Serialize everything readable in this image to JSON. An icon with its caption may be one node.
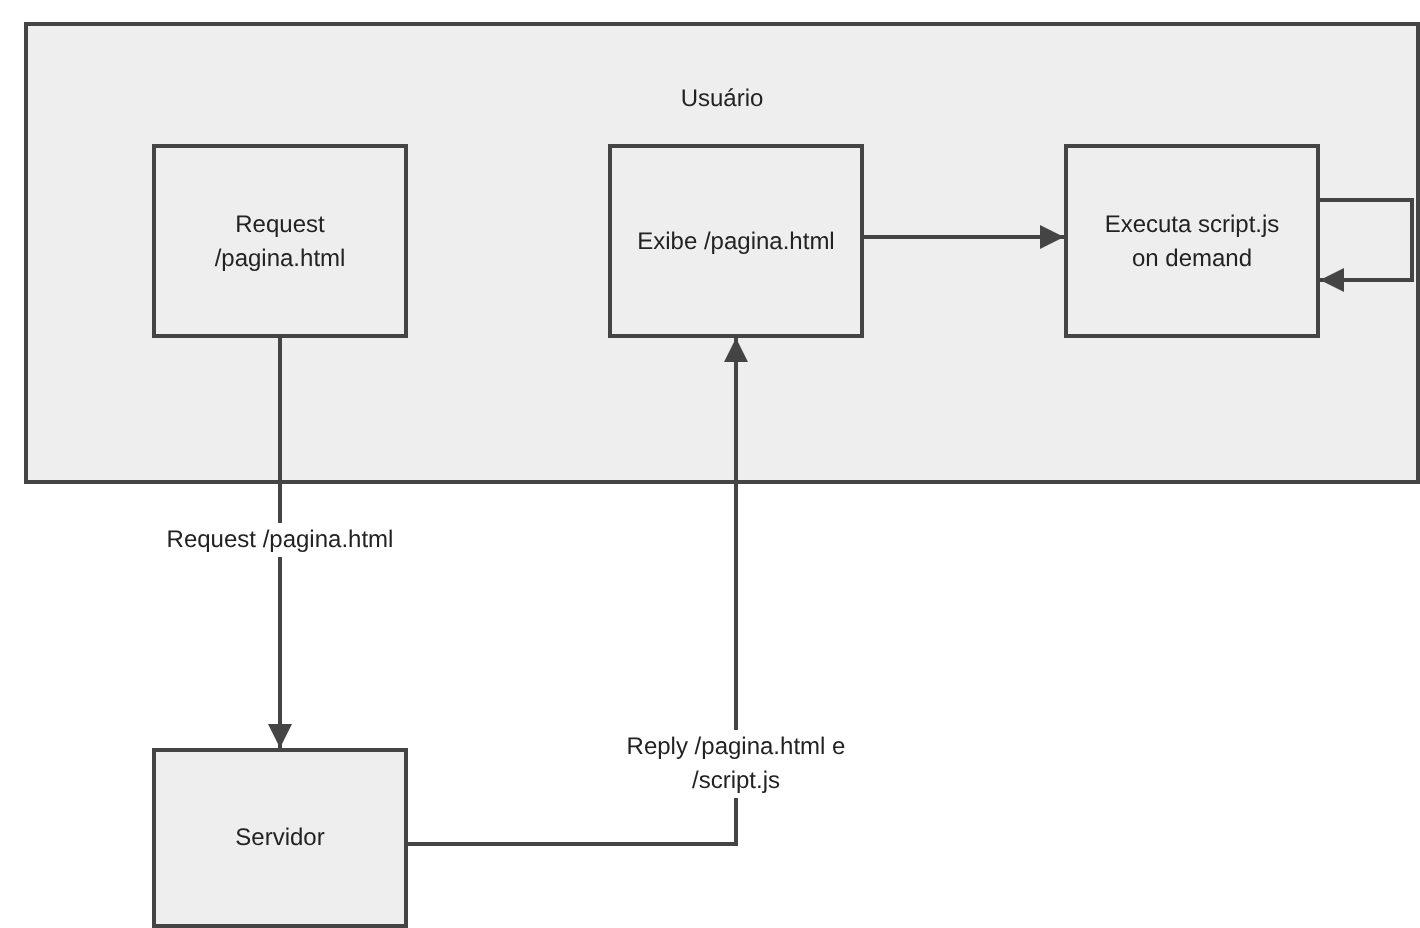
{
  "diagram": {
    "nodes": [
      {
        "text": [
          "Usuário"
        ]
      },
      {
        "text": [
          "Request /pagina.html"
        ],
        "in": 0
      },
      {
        "text": [
          "Exibe /pagina.html"
        ],
        "in": 0
      },
      {
        "text": [
          "Executa script.js on demand"
        ],
        "in": 0
      },
      {
        "text": [
          "Servidor"
        ]
      }
    ],
    "edges": [
      {
        "from": 1,
        "to": 4,
        "arrow": "to",
        "label": "Request /pagina.html"
      },
      {
        "from": 4,
        "to": 2,
        "arrow": "to",
        "label": "Reply /pagina.html e /script.js"
      },
      {
        "from": 2,
        "to": 3,
        "arrow": "to"
      },
      {
        "from": 3,
        "to": 3,
        "arrow": "to"
      }
    ]
  }
}
